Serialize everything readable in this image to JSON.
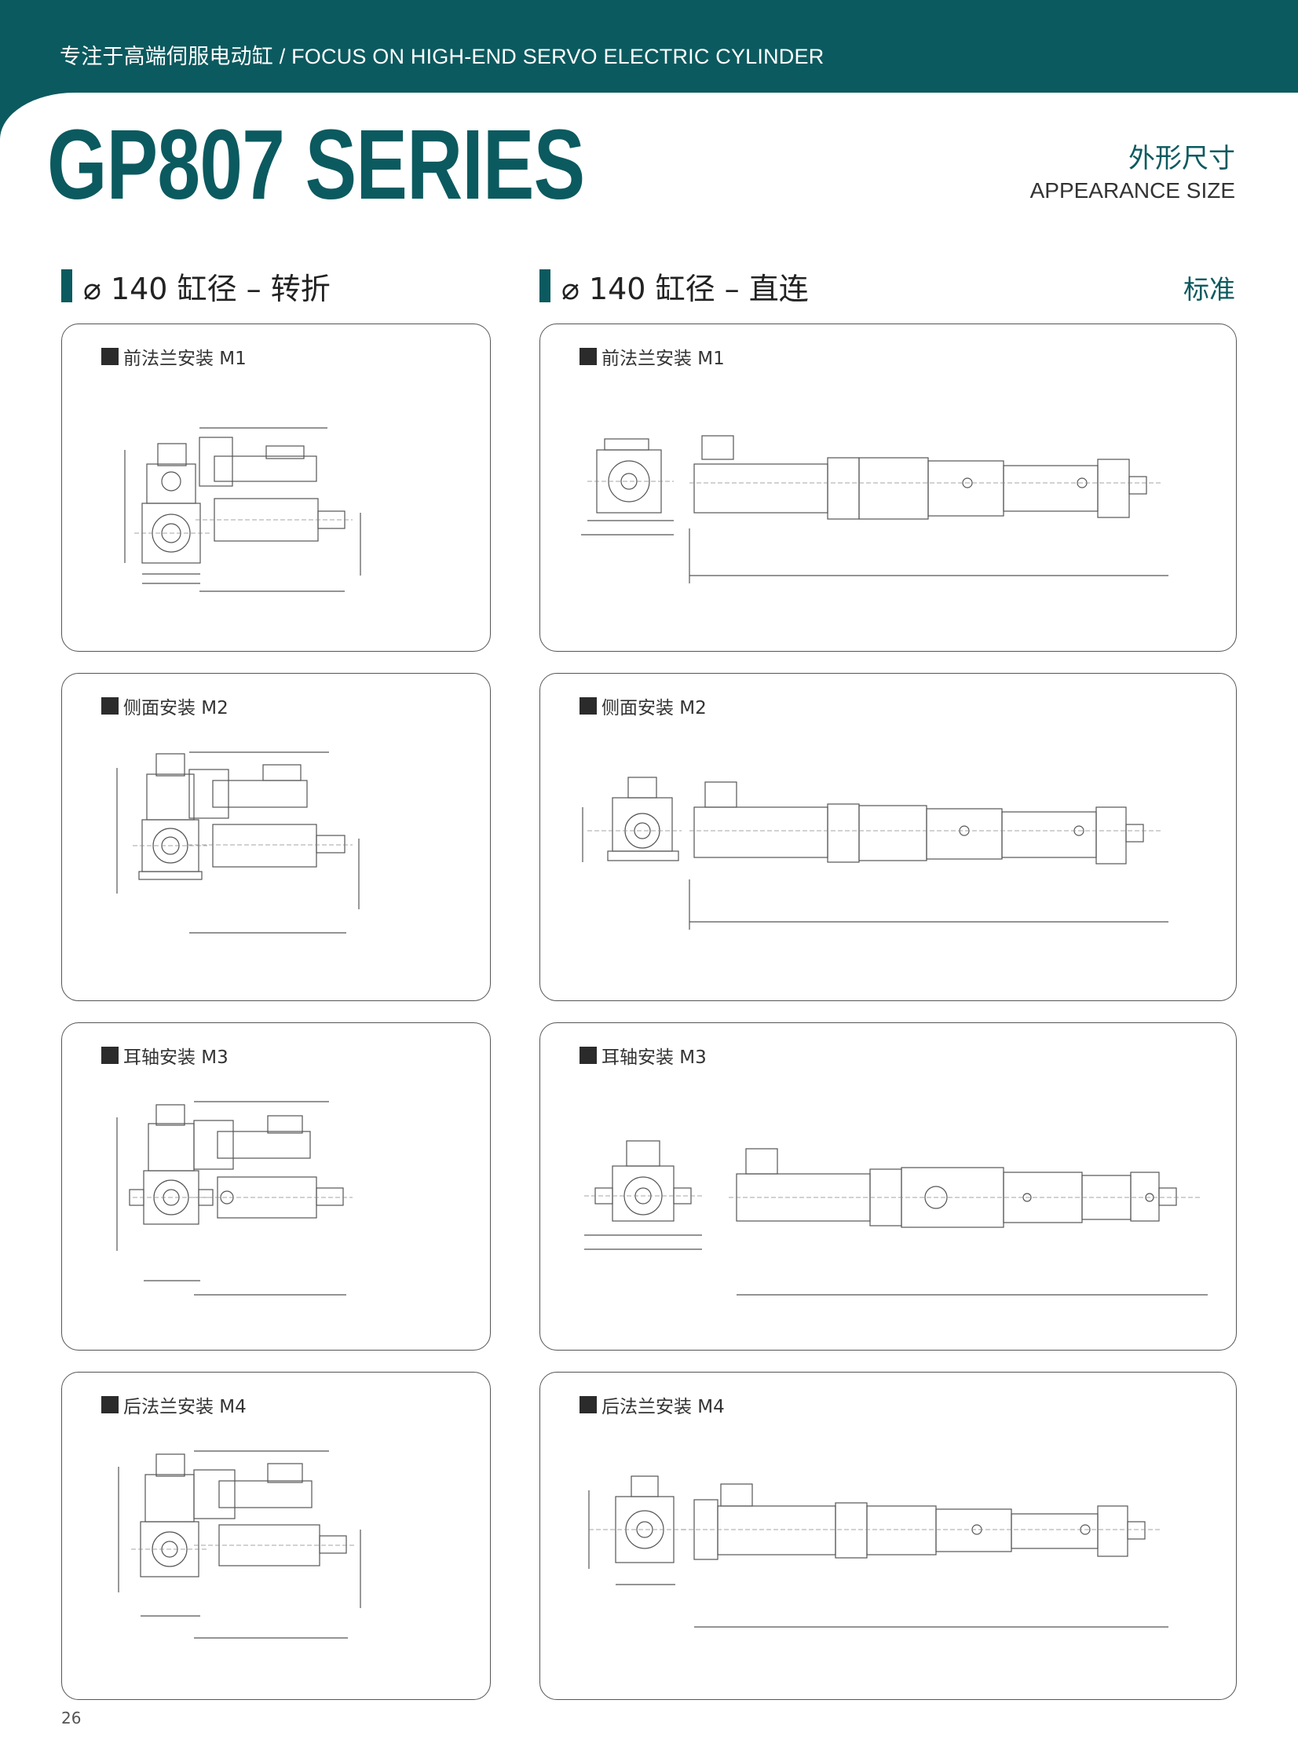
{
  "header": {
    "tagline": "专注于高端伺服电动缸 / FOCUS ON HIGH-END SERVO ELECTRIC CYLINDER",
    "series_title": "GP807 SERIES",
    "category_cn": "外形尺寸",
    "category_en": "APPEARANCE SIZE"
  },
  "sections": {
    "left_title": "⌀ 140 缸径 – 转折",
    "right_title": "⌀ 140 缸径 – 直连",
    "right_tag": "标准"
  },
  "left_cards": [
    {
      "title": "前法兰安装 M1"
    },
    {
      "title": "侧面安装 M2"
    },
    {
      "title": "耳轴安装 M3"
    },
    {
      "title": "后法兰安装 M4"
    }
  ],
  "right_cards": [
    {
      "title": "前法兰安装 M1"
    },
    {
      "title": "侧面安装 M2"
    },
    {
      "title": "耳轴安装 M3"
    },
    {
      "title": "后法兰安装 M4"
    }
  ],
  "page_number": "26",
  "colors": {
    "brand": "#0b5a5f",
    "line": "#555555",
    "text": "#222222"
  }
}
